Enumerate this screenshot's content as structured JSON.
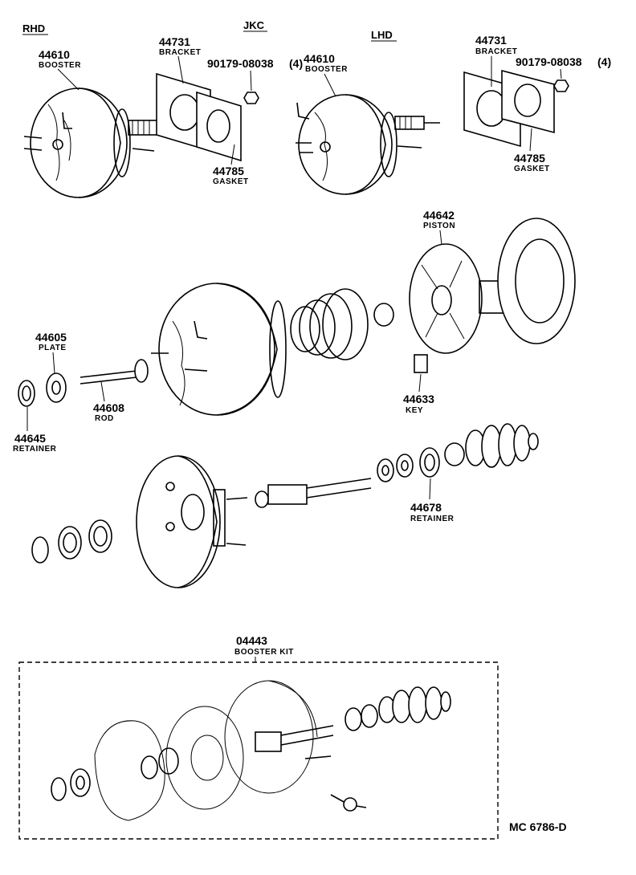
{
  "headers": {
    "rhd": "RHD",
    "jkc": "JKC",
    "lhd": "LHD"
  },
  "parts": [
    {
      "number": "44610",
      "label": "BOOSTER"
    },
    {
      "number": "44731",
      "label": "BRACKET"
    },
    {
      "number": "90179-08038",
      "qty": "(4)"
    },
    {
      "number": "44785",
      "label": "GASKET"
    },
    {
      "number": "44610",
      "label": "BOOSTER"
    },
    {
      "number": "44731",
      "label": "BRACKET"
    },
    {
      "number": "90179-08038",
      "qty": "(4)"
    },
    {
      "number": "44785",
      "label": "GASKET"
    },
    {
      "number": "44642",
      "label": "PISTON"
    },
    {
      "number": "44605",
      "label": "PLATE"
    },
    {
      "number": "44608",
      "label": "ROD"
    },
    {
      "number": "44645",
      "label": "RETAINER"
    },
    {
      "number": "44633",
      "label": "KEY"
    },
    {
      "number": "44678",
      "label": "RETAINER"
    },
    {
      "number": "04443",
      "label": "BOOSTER KIT"
    }
  ],
  "footer": {
    "code": "MC 6786-D"
  }
}
